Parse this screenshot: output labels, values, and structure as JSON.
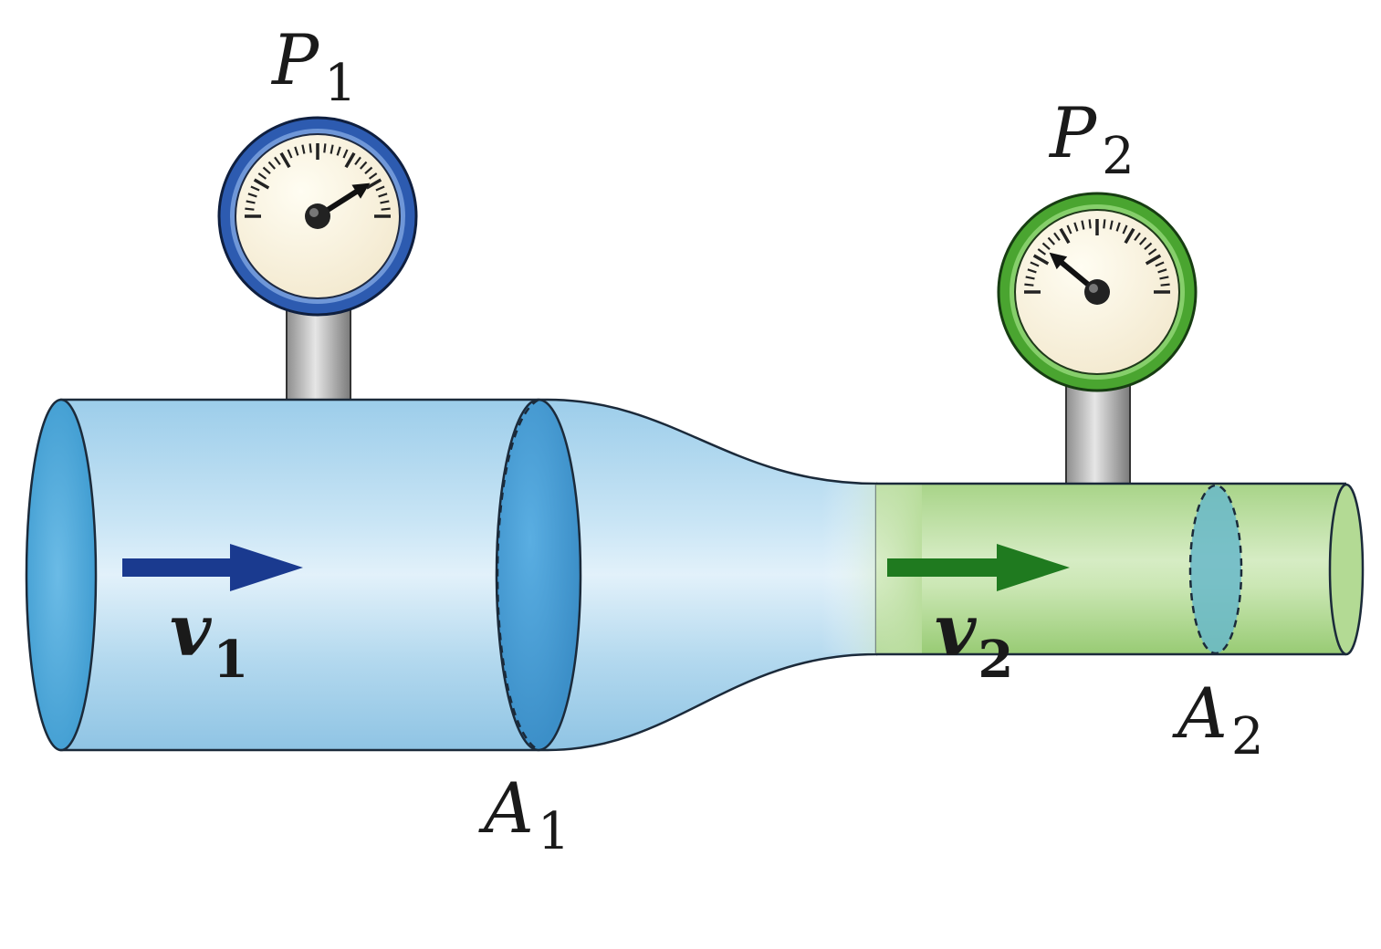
{
  "labels": {
    "p1_letter": "P",
    "p1_sub": "1",
    "p2_letter": "P",
    "p2_sub": "2",
    "v1_letter": "v",
    "v1_sub": "1",
    "v2_letter": "v",
    "v2_sub": "2",
    "a1_letter": "A",
    "a1_sub": "1",
    "a2_letter": "A",
    "a2_sub": "2"
  },
  "colors": {
    "wide_pipe": "#a9d4ee",
    "wide_pipe_end": "#5aafe0",
    "narrow_pipe": "#b6dc9a",
    "narrow_pipe_end": "#66b5c8",
    "gauge1_rim": "#2d5bb0",
    "gauge2_rim": "#4aa530",
    "arrow1": "#1a3a8f",
    "arrow2": "#1f7a1f",
    "stem": "#b8b8b8"
  },
  "gauges": {
    "gauge1": {
      "reading_fraction": 0.82
    },
    "gauge2": {
      "reading_fraction": 0.22
    }
  }
}
